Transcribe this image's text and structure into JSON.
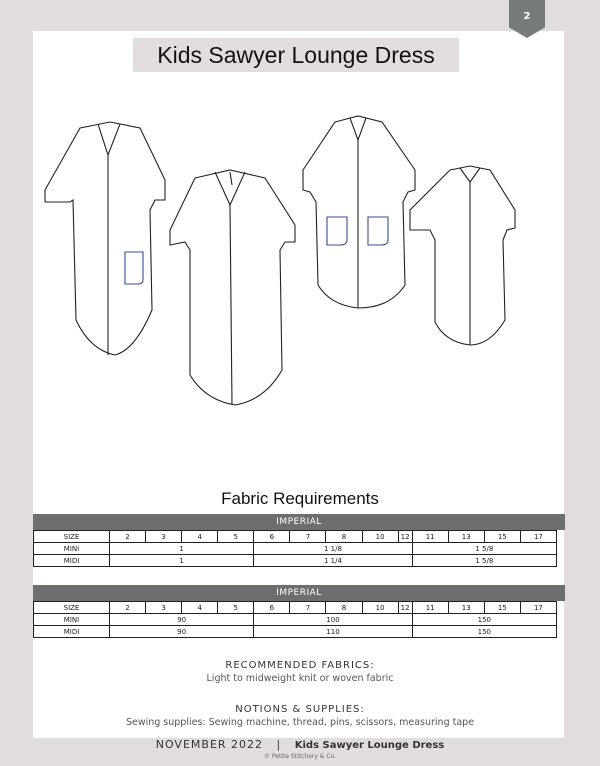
{
  "page_number": "2",
  "title": "Kids Sawyer Lounge Dress",
  "fabric_requirements_title": "Fabric Requirements",
  "tables": [
    {
      "header": "IMPERIAL",
      "size_label": "SIZE",
      "sizes": [
        "2",
        "3",
        "4",
        "5",
        "6",
        "7",
        "8",
        "10",
        "12",
        "11",
        "13",
        "15",
        "17"
      ],
      "rows": [
        {
          "label": "MINI",
          "values": [
            "1",
            "1 1/8",
            "1 5/8"
          ]
        },
        {
          "label": "MIDI",
          "values": [
            "1",
            "1 1/4",
            "1 5/8"
          ]
        }
      ]
    },
    {
      "header": "IMPERIAL",
      "size_label": "SIZE",
      "sizes": [
        "2",
        "3",
        "4",
        "5",
        "6",
        "7",
        "8",
        "10",
        "12",
        "11",
        "13",
        "15",
        "17"
      ],
      "rows": [
        {
          "label": "MINI",
          "values": [
            "90",
            "100",
            "150"
          ]
        },
        {
          "label": "MIDI",
          "values": [
            "90",
            "110",
            "150"
          ]
        }
      ]
    }
  ],
  "recommended_fabrics": {
    "heading": "RECOMMENDED FABRICS:",
    "text": "Light to midweight knit or woven fabric"
  },
  "notions": {
    "heading": "NOTIONS & SUPPLIES:",
    "text": "Sewing supplies: Sewing machine, thread, pins, scissors, measuring tape"
  },
  "footer": {
    "date": "NOVEMBER 2022",
    "separator": "|",
    "title": "Kids Sawyer Lounge Dress",
    "copyright": "© Petite Stitchery & Co."
  }
}
